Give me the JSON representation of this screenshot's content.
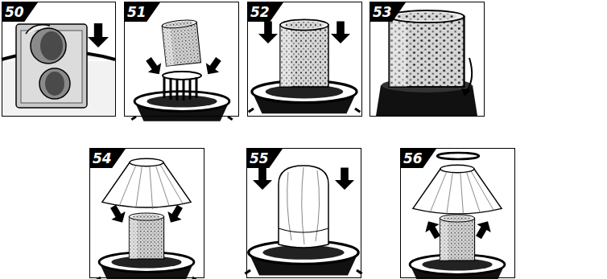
{
  "diagram": {
    "nodes": [
      {
        "text": [
          "50"
        ]
      },
      {
        "text": [
          "51"
        ]
      },
      {
        "text": [
          "52"
        ]
      },
      {
        "text": [
          "53"
        ]
      },
      {
        "text": [
          "54"
        ]
      },
      {
        "text": [
          "55"
        ]
      },
      {
        "text": [
          "56"
        ]
      }
    ]
  }
}
